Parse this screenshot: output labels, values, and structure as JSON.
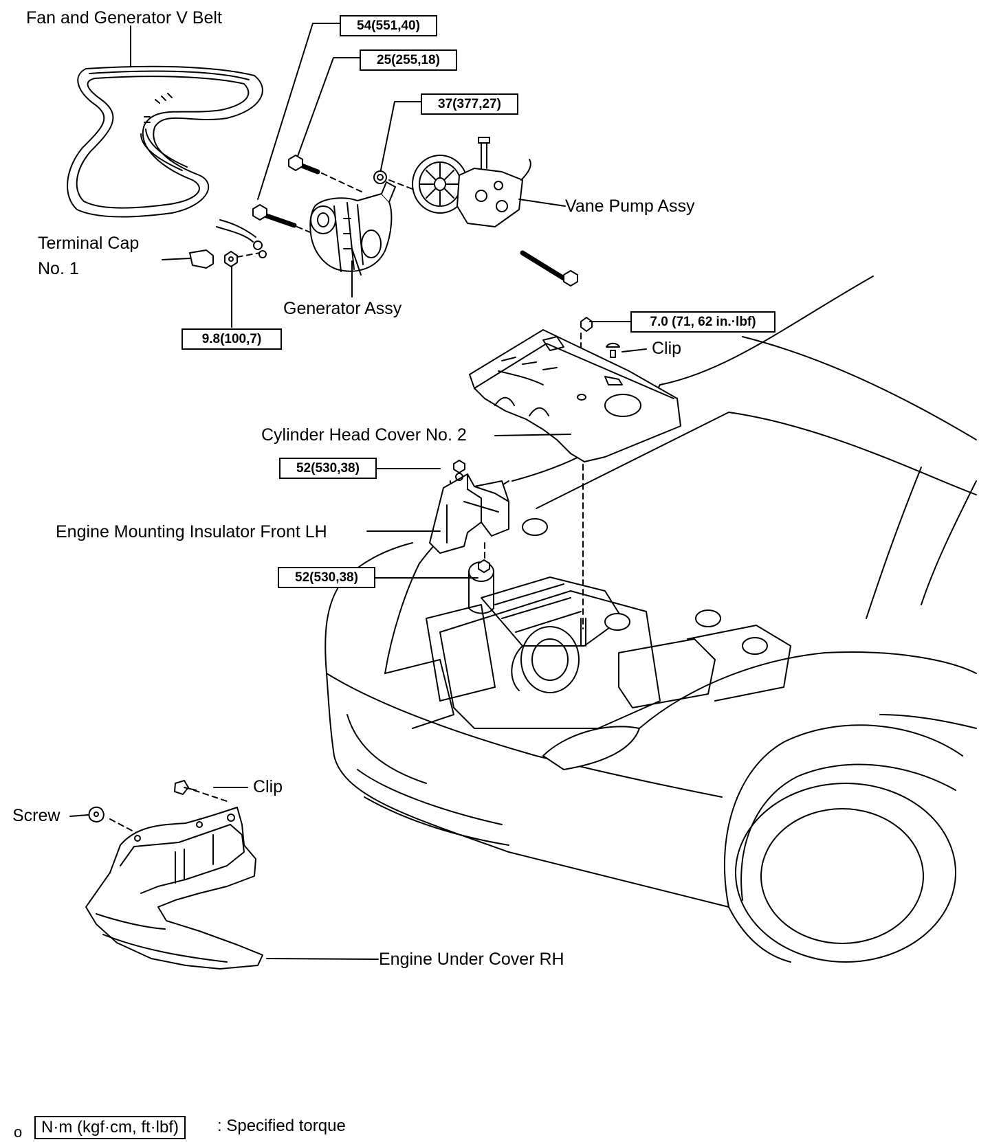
{
  "labels": {
    "fan_belt": "Fan and Generator V Belt",
    "terminal_cap_line1": "Terminal Cap",
    "terminal_cap_line2": "No. 1",
    "generator": "Generator Assy",
    "vane_pump": "Vane Pump Assy",
    "clip_top": "Clip",
    "cylinder_cover": "Cylinder Head Cover No. 2",
    "engine_mount": "Engine Mounting Insulator Front LH",
    "clip_bottom": "Clip",
    "screw": "Screw",
    "under_cover": "Engine Under Cover RH"
  },
  "torques": {
    "t54": "54(551,40)",
    "t25": "25(255,18)",
    "t37": "37(377,27)",
    "t98": "9.8(100,7)",
    "t70": "7.0 (71, 62 in.·lbf)",
    "t52a": "52(530,38)",
    "t52b": "52(530,38)"
  },
  "legend": {
    "marker": "o",
    "unit": "N·m (kgf·cm, ft·lbf)",
    "text": ": Specified torque"
  }
}
